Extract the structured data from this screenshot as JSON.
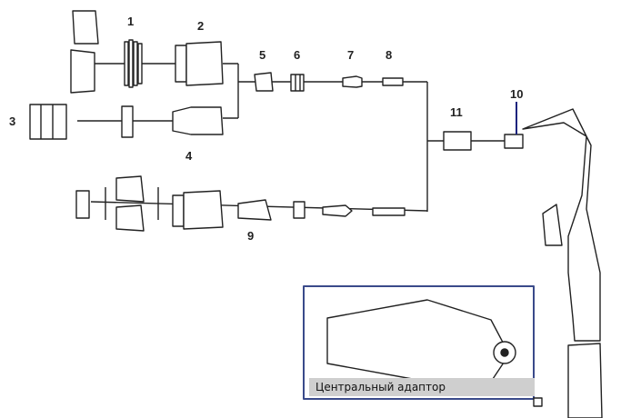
{
  "labels": {
    "n1": "1",
    "n2": "2",
    "n3": "3",
    "n4": "4",
    "n5": "5",
    "n6": "6",
    "n7": "7",
    "n8": "8",
    "n9": "9",
    "n10": "10",
    "n11": "11"
  },
  "inset": {
    "caption": "Центральный адаптор"
  },
  "colors": {
    "line": "#222222",
    "inset_border": "#3a4a8a",
    "caption_bg": "#cfcfcf",
    "callout_10": "#1a237e"
  }
}
